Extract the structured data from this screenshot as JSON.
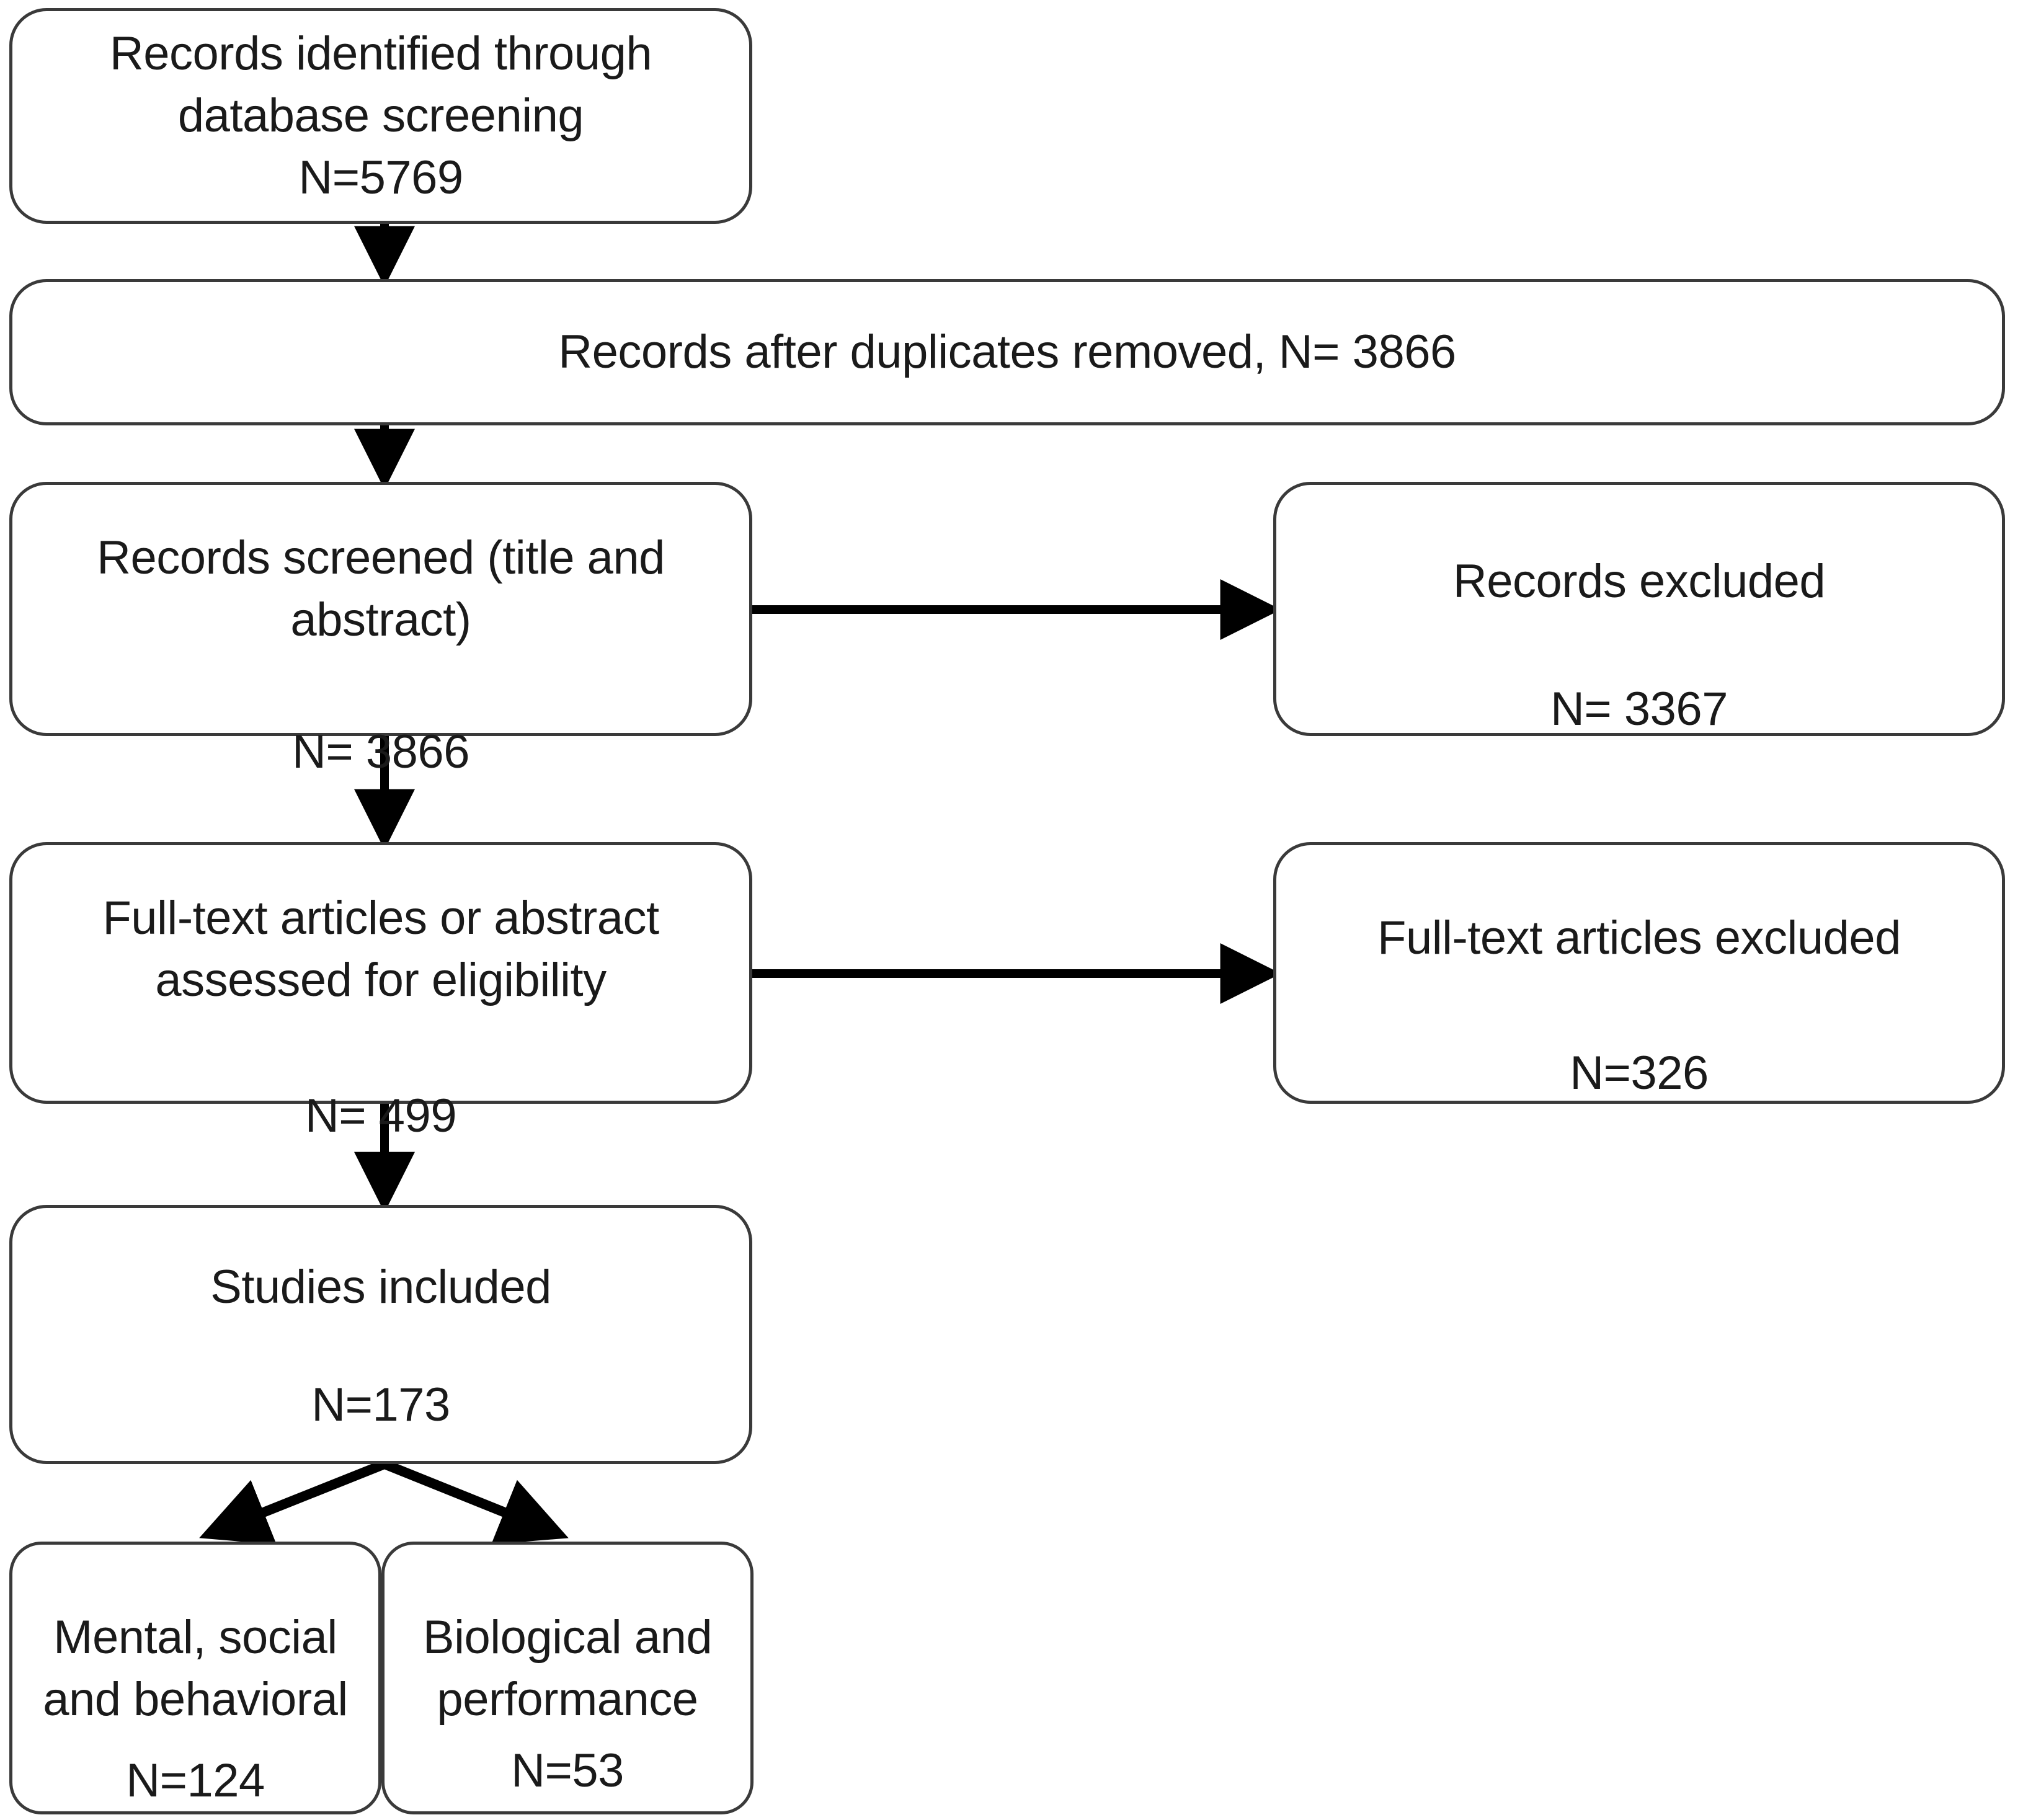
{
  "diagram": {
    "type": "prisma-flow-diagram",
    "nodes": [
      {
        "id": "identified",
        "title": "Records identified through\ndatabase screening",
        "count": "N=5769"
      },
      {
        "id": "dedup",
        "title": "Records after duplicates removed, N= 3866",
        "count": ""
      },
      {
        "id": "screened",
        "title": "Records screened (title and\nabstract)",
        "count": "N= 3866"
      },
      {
        "id": "records_excluded",
        "title": "Records excluded",
        "count": "N= 3367"
      },
      {
        "id": "fulltext",
        "title": "Full-text articles or abstract\nassessed for eligibility",
        "count": "N= 499"
      },
      {
        "id": "fulltext_excluded",
        "title": "Full-text articles excluded",
        "count": "N=326"
      },
      {
        "id": "included",
        "title": "Studies included",
        "count": "N=173"
      },
      {
        "id": "mental",
        "title": "Mental, social\nand behavioral",
        "count": "N=124"
      },
      {
        "id": "biological",
        "title": "Biological and\nperformance",
        "count": "N=53"
      }
    ],
    "colors": {
      "box_border": "#3a3a3a",
      "box_fill": "#ffffff",
      "arrow": "#000000",
      "text": "#1a1a1a"
    }
  }
}
